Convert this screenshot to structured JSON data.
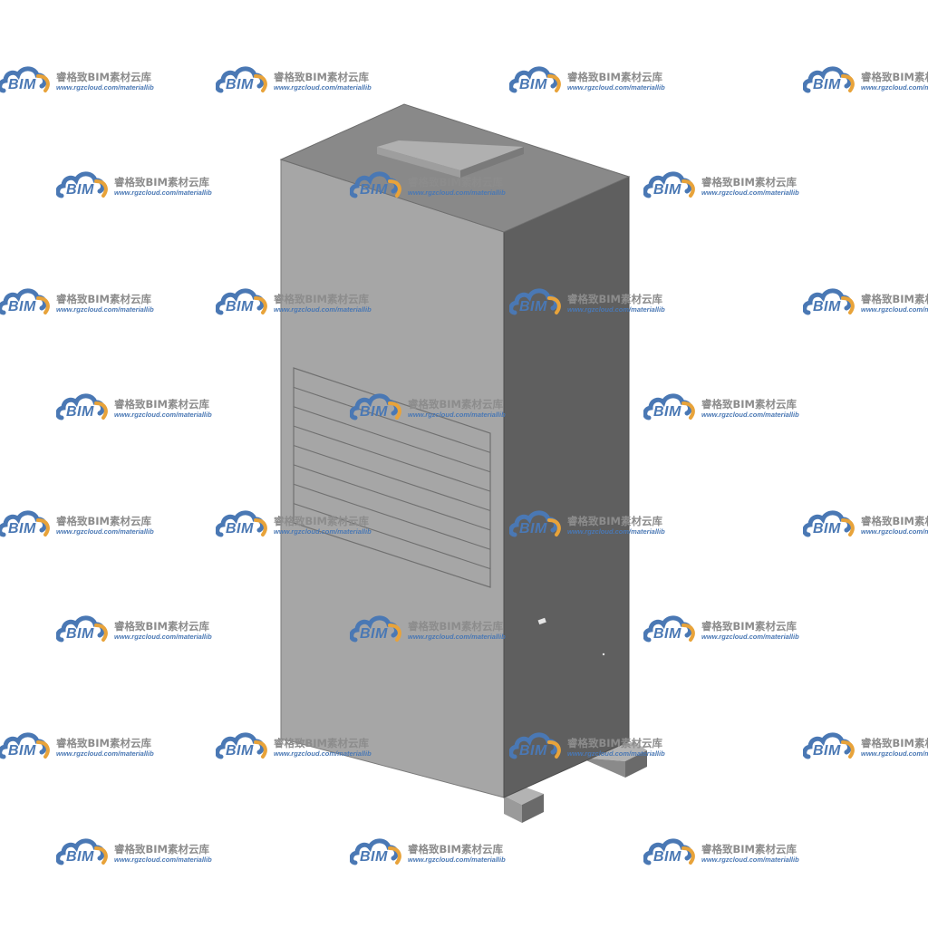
{
  "watermark": {
    "logo_text": "BIM",
    "title": "睿格致BIM素材云库",
    "url": "www.rgzcloud.com/materiallib",
    "colors": {
      "blue": "#4a78b4",
      "orange": "#e8a33a",
      "gray": "#8c8c8c"
    }
  },
  "model": {
    "colors": {
      "front": "#a6a6a6",
      "side": "#5f5f5f",
      "top": "#898989",
      "edge": "#6e6e6e",
      "base": "#9a9a9a"
    },
    "grille_slats": 8
  }
}
